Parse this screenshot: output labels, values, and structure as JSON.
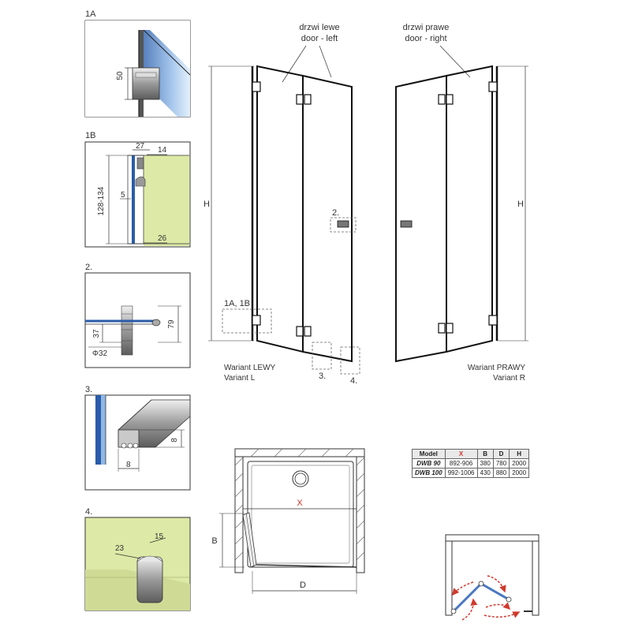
{
  "panels": {
    "p1a": {
      "label": "1A",
      "dim_50": "50"
    },
    "p1b": {
      "label": "1B",
      "dim_27": "27",
      "dim_14": "14",
      "dim_128": "128-134",
      "dim_5": "5",
      "dim_26": "26"
    },
    "p2": {
      "label": "2.",
      "dim_37": "37",
      "dim_79": "79",
      "dim_phi": "Φ32"
    },
    "p3": {
      "label": "3.",
      "dim_8a": "8",
      "dim_8b": "8"
    },
    "p4": {
      "label": "4.",
      "dim_23": "23",
      "dim_15": "15"
    }
  },
  "left_door": {
    "label_pl": "drzwi lewe",
    "label_en": "door - left",
    "h": "H",
    "callout_1a1b": "1A, 1B",
    "callout_2": "2.",
    "callout_3": "3.",
    "callout_4": "4.",
    "variant_pl": "Wariant LEWY",
    "variant_en": "Variant L"
  },
  "right_door": {
    "label_pl": "drzwi prawe",
    "label_en": "door - right",
    "h": "H",
    "variant_pl": "Wariant PRAWY",
    "variant_en": "Variant R"
  },
  "plan": {
    "x": "X",
    "b": "B",
    "d": "D"
  },
  "table": {
    "headers": [
      "Model",
      "X",
      "B",
      "D",
      "H"
    ],
    "rows": [
      [
        "DWB 90",
        "892-906",
        "380",
        "780",
        "2000"
      ],
      [
        "DWB 100",
        "992-1006",
        "430",
        "880",
        "2000"
      ]
    ]
  },
  "colors": {
    "wall": "#dde9a6",
    "glass": "#3a6fb8",
    "arrow": "#d0392c"
  }
}
